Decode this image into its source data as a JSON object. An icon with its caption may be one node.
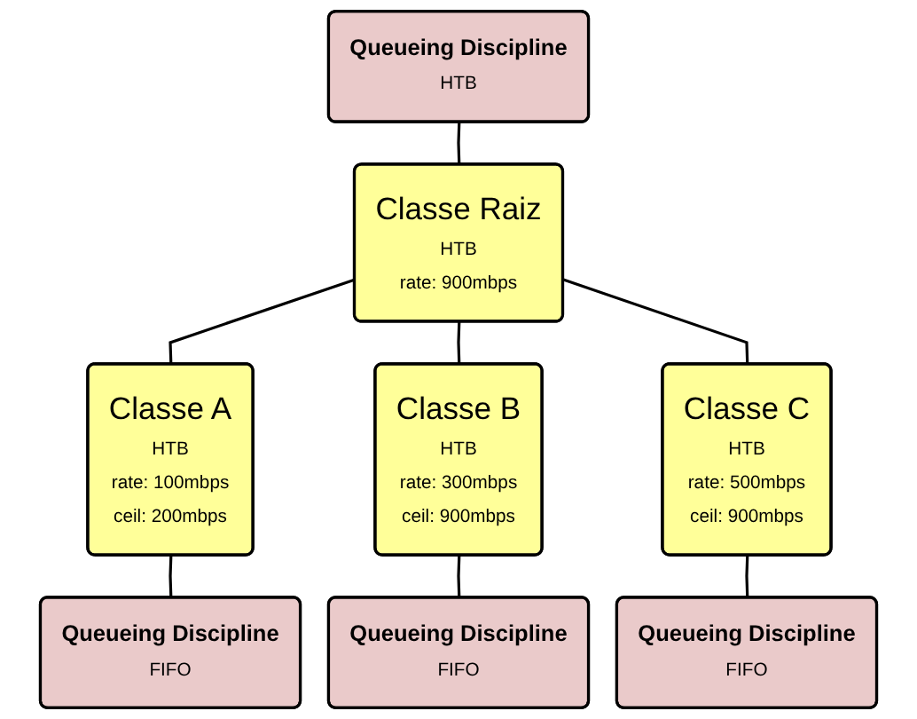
{
  "diagram": {
    "nodes": [
      {
        "text": [
          "Queueing Discipline",
          "HTB"
        ]
      },
      {
        "text": [
          "Classe Raiz",
          "HTB",
          "rate: 900mbps"
        ]
      },
      {
        "text": [
          "Classe A",
          "HTB",
          "rate: 100mbps",
          "ceil: 200mbps"
        ]
      },
      {
        "text": [
          "Classe B",
          "HTB",
          "rate: 300mbps",
          "ceil: 900mbps"
        ]
      },
      {
        "text": [
          "Classe C",
          "HTB",
          "rate: 500mbps",
          "ceil: 900mbps"
        ]
      },
      {
        "text": [
          "Queueing Discipline",
          "FIFO"
        ]
      },
      {
        "text": [
          "Queueing Discipline",
          "FIFO"
        ]
      },
      {
        "text": [
          "Queueing Discipline",
          "FIFO"
        ]
      }
    ],
    "edges": [
      {
        "from": 0,
        "to": 1,
        "arrow": "none"
      },
      {
        "from": 1,
        "to": 2,
        "arrow": "none"
      },
      {
        "from": 1,
        "to": 3,
        "arrow": "none"
      },
      {
        "from": 1,
        "to": 4,
        "arrow": "none"
      },
      {
        "from": 2,
        "to": 5,
        "arrow": "none"
      },
      {
        "from": 3,
        "to": 6,
        "arrow": "none"
      },
      {
        "from": 4,
        "to": 7,
        "arrow": "none"
      }
    ]
  }
}
